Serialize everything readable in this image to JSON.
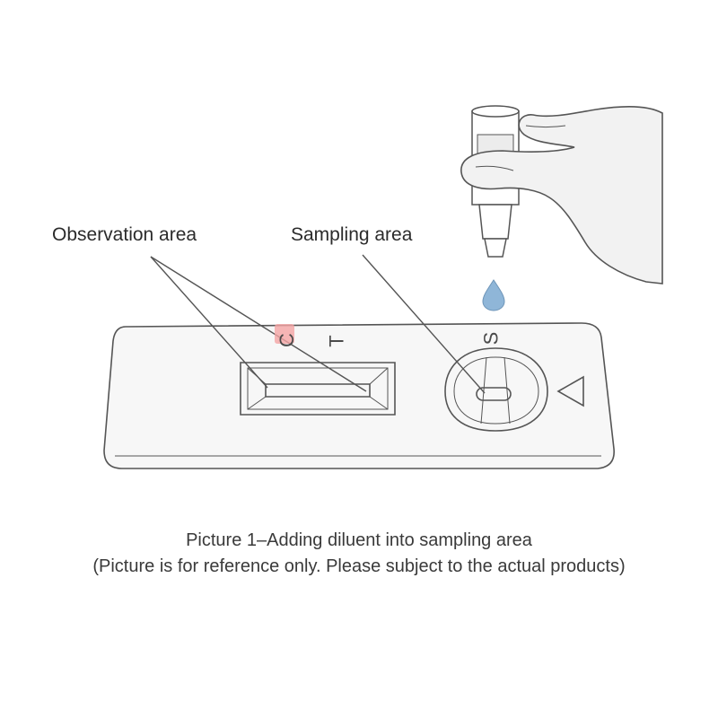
{
  "labels": {
    "observation_area": "Observation area",
    "sampling_area": "Sampling area"
  },
  "cassette_marks": {
    "control": "C",
    "test": "T",
    "sample": "S"
  },
  "caption": {
    "line1": "Picture 1–Adding diluent into sampling area",
    "line2": "(Picture is for reference only. Please subject to the actual products)"
  },
  "colors": {
    "line": "#555555",
    "cassette_fill": "#f7f7f7",
    "drop": "#8fb6d8",
    "hand_fill": "#f2f2f2",
    "marker_tag": "#f4a4a4"
  }
}
